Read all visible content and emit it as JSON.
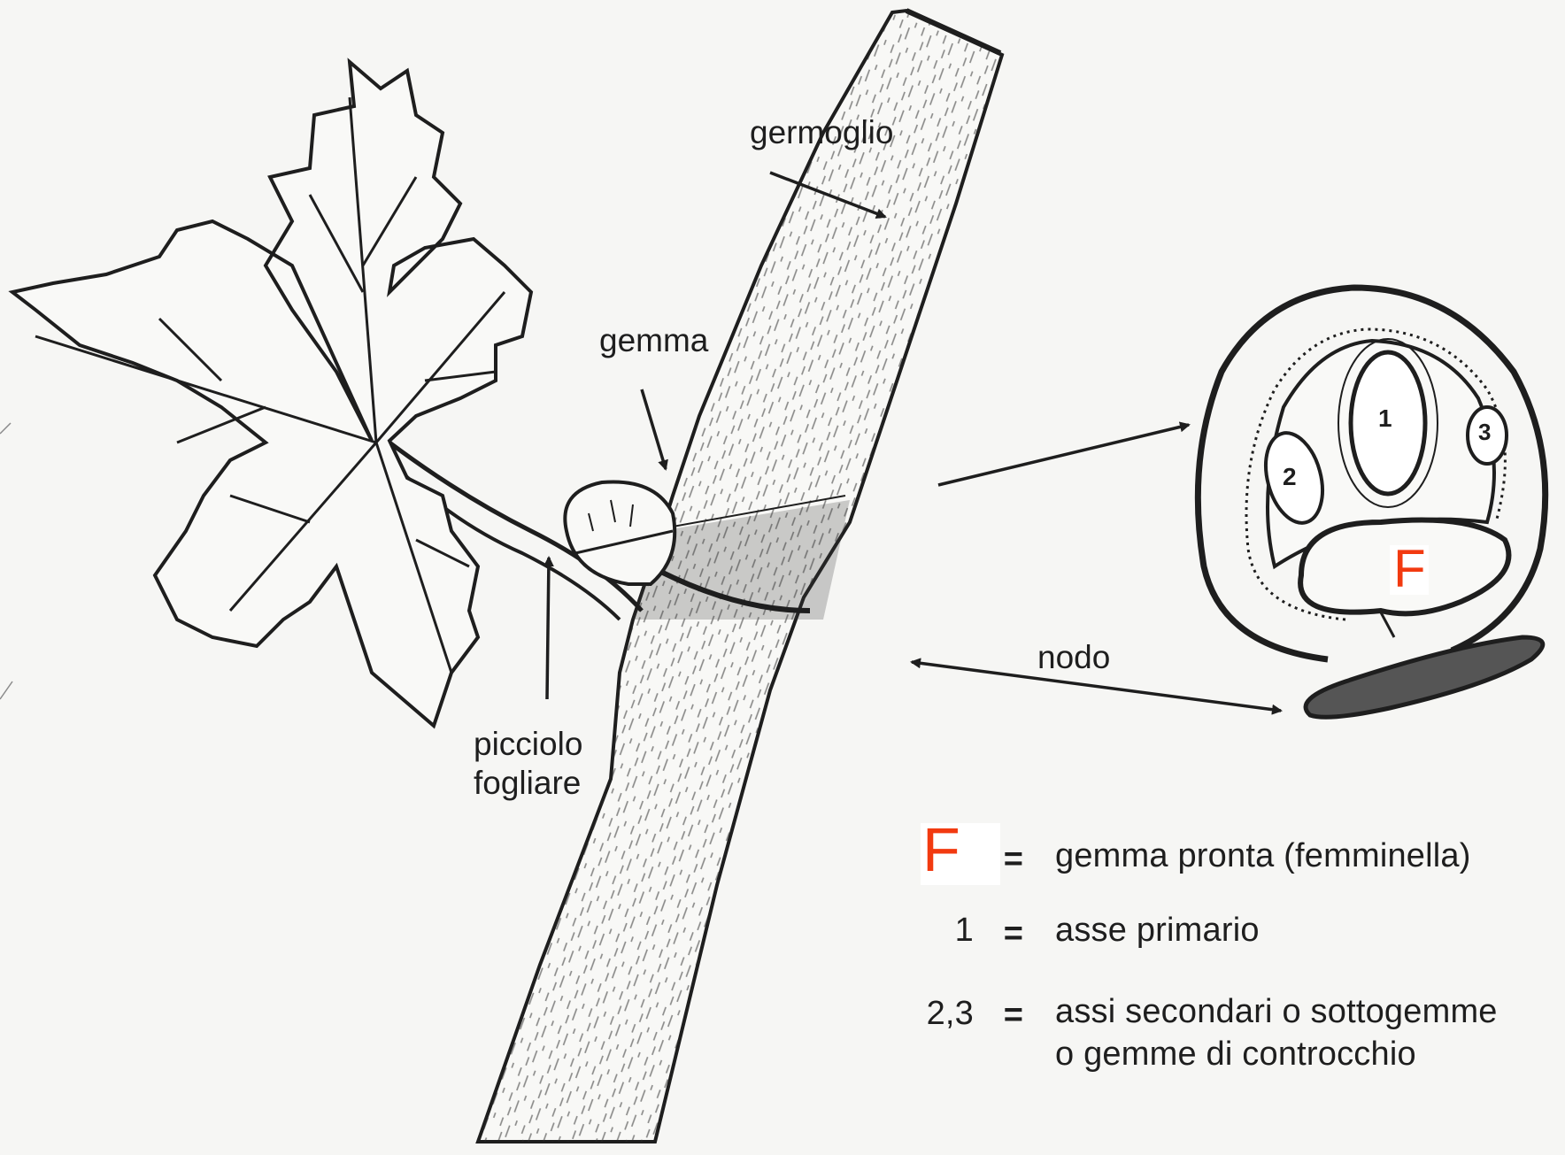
{
  "labels": {
    "germoglio": "germoglio",
    "gemma": "gemma",
    "nodo": "nodo",
    "picciolo_line1": "picciolo",
    "picciolo_line2": "fogliare"
  },
  "bud_section": {
    "primary": "1",
    "secondary_left": "2",
    "secondary_right": "3",
    "marker": "F"
  },
  "legend": [
    {
      "symbol": "F",
      "eq": "=",
      "text": "gemma pronta (femminella)"
    },
    {
      "symbol": "1",
      "eq": "=",
      "text": "asse primario"
    },
    {
      "symbol": "2,3",
      "eq": "=",
      "text": "assi secondari o sottogemme"
    },
    {
      "symbol": "",
      "eq": "",
      "text": "o gemme di controcchio"
    }
  ],
  "colors": {
    "ink": "#1e1e1e",
    "marker_red": "#f23a10",
    "paper": "#f6f6f4"
  }
}
